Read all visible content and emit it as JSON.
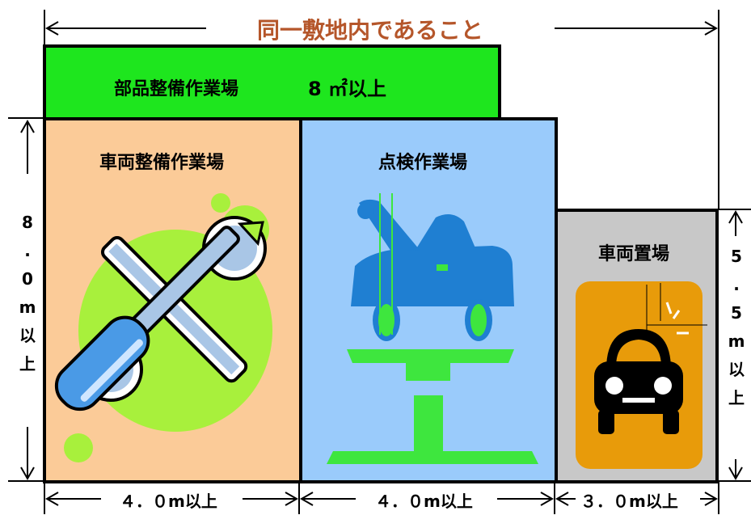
{
  "top_dimension": {
    "label": "同一敷地内であること",
    "color": "#b5562a"
  },
  "parts_area": {
    "name": "部品整備作業場",
    "requirement": "8 ㎡以上",
    "color": "#1ee61e"
  },
  "vehicle_maintenance_area": {
    "name": "車両整備作業場",
    "color": "#fbcb98",
    "icon": "wrench-screwdriver-icon"
  },
  "inspection_area": {
    "name": "点検作業場",
    "color": "#9acbfb",
    "icon": "car-on-lift-icon"
  },
  "parking_area": {
    "name": "車両置場",
    "color": "#c8c8c8",
    "icon": "car-front-icon"
  },
  "left_height": {
    "chars": [
      "8",
      ".",
      "0",
      "m",
      "以",
      "上"
    ]
  },
  "right_height": {
    "chars": [
      "5",
      ".",
      "5",
      "m",
      "以",
      "上"
    ]
  },
  "widths": [
    {
      "label": "４．０m以上"
    },
    {
      "label": "４．０m以上"
    },
    {
      "label": "３．０m以上"
    }
  ]
}
